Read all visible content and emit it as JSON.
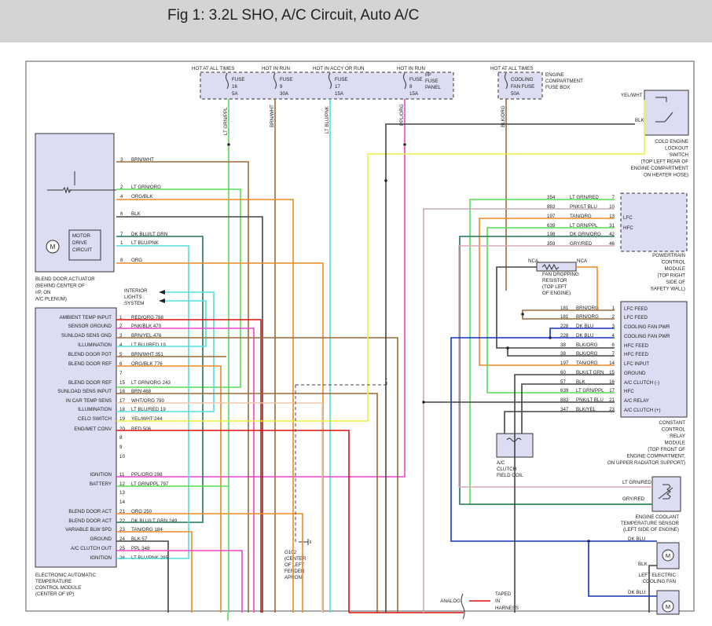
{
  "title": "Fig 1: 3.2L SHO, A/C Circuit, Auto A/C",
  "fuse_panel": {
    "power_labels": [
      "HOT AT ALL TIMES",
      "HOT IN RUN",
      "HOT IN ACCY OR RUN",
      "HOT IN RUN"
    ],
    "fuses": [
      [
        "FUSE",
        "16",
        "5A"
      ],
      [
        "FUSE",
        "9",
        "30A"
      ],
      [
        "FUSE",
        "17",
        "15A"
      ],
      [
        "FUSE",
        "8",
        "15A"
      ]
    ],
    "panel_label": [
      "I/P",
      "FUSE",
      "PANEL"
    ],
    "wires": [
      "LT GRN/PPL",
      "BRN/WHT",
      "LT BLU/PNK",
      "PPL/ORG"
    ]
  },
  "engine_fuse": {
    "hot_label": "HOT AT ALL TIMES",
    "fuse": [
      "COOLING",
      "FAN FUSE",
      "50A"
    ],
    "label": [
      "ENGINE",
      "COMPARTMENT",
      "FUSE BOX"
    ],
    "wire": "BLK/ORG"
  },
  "blend_actuator": {
    "motor_label": [
      "MOTOR",
      "DRIVE",
      "CIRCUIT"
    ],
    "label": [
      "BLEND DOOR ACTUATOR",
      "(BEHIND CENTER OF",
      "I/P, ON",
      "A/C PLENUM)"
    ],
    "pins": [
      [
        "3",
        "BRN/WHT"
      ],
      [
        "2",
        "LT GRN/ORG"
      ],
      [
        "4",
        "ORG/BLK"
      ],
      [
        "6",
        "BLK"
      ],
      [
        "7",
        "DK BLU/LT GRN"
      ],
      [
        "1",
        "LT BLU/PNK"
      ],
      [
        "8",
        "ORG"
      ]
    ]
  },
  "interior_lights": [
    "INTERIOR",
    "LIGHTS",
    "SYSTEM"
  ],
  "eatc": {
    "functions": [
      "AMBIENT TEMP INPUT",
      "SENSOR GROUND",
      "SUNLOAD SENS GND",
      "ILLUMINATION",
      "BLEND DOOR POT",
      "BLEND DOOR REF",
      "",
      "BLEND DOOR REF",
      "SUNLOAD SENS INPUT",
      "IN CAR TEMP SENS",
      "ILLUMINATION",
      "CELO SWITCH",
      "ENG/MET CONV",
      "",
      "",
      "",
      "IGNITION",
      "BATTERY",
      "",
      "",
      "BLEND DOOR ACT",
      "BLEND DOOR ACT",
      "VARIABLE BLW SPD",
      "GROUND",
      "A/C CLUTCH OUT",
      "IGNITION"
    ],
    "pins": [
      "1",
      "2",
      "3",
      "4",
      "5",
      "6",
      "7",
      "15",
      "16",
      "17",
      "18",
      "19",
      "20",
      "8",
      "9",
      "10",
      "11",
      "12",
      "13",
      "14",
      "21",
      "22",
      "23",
      "24",
      "25",
      "26"
    ],
    "wires": [
      "RED/ORG  788",
      "PNK/BLK  470",
      "BRN/YEL  476",
      "LT BLU/RED  19",
      "BRN/WHT  351",
      "ORG/BLK  776",
      "",
      "LT GRN/ORG  243",
      "BRN  468",
      "WHT/ORG  790",
      "LT BLU/RED  19",
      "YEL/WHT  244",
      "RED  506",
      "",
      "",
      "",
      "PPL/ORG  298",
      "LT GRN/PPL  797",
      "",
      "",
      "ORG  250",
      "DK BLU/LT GRN  249",
      "TAN/ORG  184",
      "BLK  57",
      "PPL  348",
      "LT BLU/PNK  295"
    ],
    "label": [
      "ELECTRONIC AUTOMATIC",
      "TEMPERATURE",
      "CONTROL MODULE",
      "(CENTER OF I/P)"
    ]
  },
  "cold_switch": {
    "wires": [
      "YEL/WHT",
      "BLK"
    ],
    "label": [
      "COLD ENGINE",
      "LOCKOUT",
      "SWITCH",
      "(TOP LEFT REAR OF",
      "ENGINE COMPARTMENT",
      "ON HEATER HOSE)"
    ]
  },
  "pcm": {
    "rows": [
      [
        "354",
        "LT GRN/RED",
        "7"
      ],
      [
        "883",
        "PNK/LT BLU",
        "10"
      ],
      [
        "197",
        "TAN/ORG",
        "13"
      ],
      [
        "639",
        "LT GRN/PPL",
        "31"
      ],
      [
        "198",
        "DK GRN/ORG",
        "42"
      ],
      [
        "359",
        "GRY/RED",
        "46"
      ]
    ],
    "pins": [
      "LFC",
      "HFC"
    ],
    "label": [
      "POWERTRAIN",
      "CONTROL",
      "MODULE",
      "(TOP RIGHT",
      "SIDE OF",
      "SAFETY WALL)"
    ]
  },
  "resistor": {
    "nca": [
      "NCA",
      "NCA"
    ],
    "label": [
      "FAN DROPPING",
      "RESISTOR",
      "(TOP LEFT",
      "OF ENGINE)"
    ]
  },
  "relay": {
    "rows": [
      [
        "181",
        "BRN/ORG",
        "1"
      ],
      [
        "181",
        "BRN/ORG",
        "2"
      ],
      [
        "228",
        "DK BLU",
        "3"
      ],
      [
        "228",
        "DK BLU",
        "4"
      ],
      [
        "38",
        "BLK/ORG",
        "6"
      ],
      [
        "38",
        "BLK/ORG",
        "7"
      ],
      [
        "197",
        "TAN/ORG",
        "14"
      ],
      [
        "60",
        "BLK/LT GRN",
        "15"
      ],
      [
        "57",
        "BLK",
        "16"
      ],
      [
        "639",
        "LT GRN/PPL",
        "17"
      ],
      [
        "883",
        "PNK/LT BLU",
        "21"
      ],
      [
        "347",
        "BLK/YEL",
        "23"
      ]
    ],
    "pins": [
      "LFC FEED",
      "LFC FEED",
      "COOLING FAN PWR",
      "COOLING FAN PWR",
      "HFC FEED",
      "HFC FEED",
      "LFC INPUT",
      "GROUND",
      "A/C CLUTCH (-)",
      "HFC",
      "A/C RELAY",
      "A/C CLUTCH (+)"
    ],
    "label": [
      "CONSTANT",
      "CONTROL",
      "RELAY",
      "MODULE",
      "(TOP FRONT OF",
      "ENGINE COMPARTMENT,",
      "ON UPPER RADIATOR SUPPORT)"
    ]
  },
  "clutch": [
    "A/C",
    "CLUTCH",
    "FIELD COIL"
  ],
  "coolant_sensor": {
    "wires": [
      "LT GRN/RED",
      "GRY/RED"
    ],
    "label": [
      "ENGINE COOLANT",
      "TEMPERATURE SENSOR",
      "(LEFT SIDE OF ENGINE)"
    ]
  },
  "fans": {
    "wires": [
      "DK BLU",
      "BLK",
      "DK BLU"
    ],
    "label": [
      "LEFT ELECTRIC",
      "COOLING FAN"
    ]
  },
  "ground": [
    "G102",
    "(CENTER",
    "OF LEFT",
    "FENDER",
    "APRON)"
  ],
  "legend": {
    "analog": "ANALOG",
    "taped": [
      "TAPED",
      "IN",
      "HARNESS"
    ]
  },
  "colors": {
    "ltgrn": "#55dd55",
    "ltblu": "#55dddd",
    "brown": "#9a6a3a",
    "pink": "#ee44cc",
    "red": "#dd1111",
    "orange": "#ee8822",
    "yellow": "#eeee44",
    "dkblue": "#1133bb",
    "dkgreen": "#227755",
    "gray": "#888888",
    "black": "#444444"
  }
}
